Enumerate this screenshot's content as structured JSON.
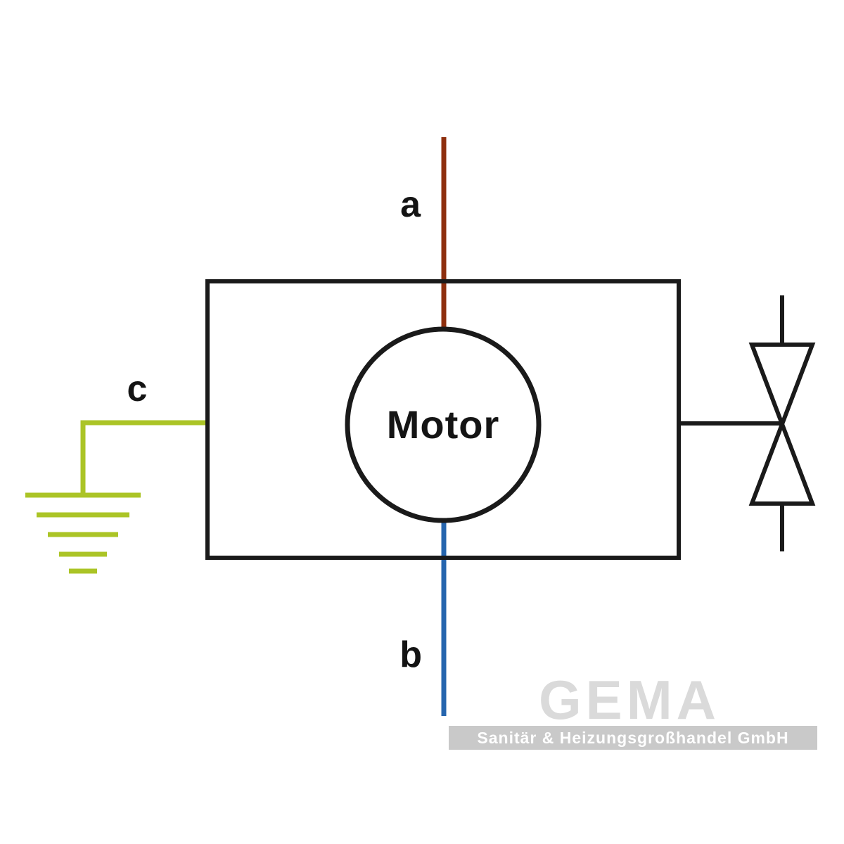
{
  "diagram": {
    "motor_label": "Motor",
    "terminal_a": "a",
    "terminal_b": "b",
    "terminal_c": "c"
  },
  "watermark": {
    "brand": "GEMA",
    "subtitle": "Sanitär &amp; Heizungsgroßhandel GmbH"
  },
  "colors": {
    "line": "#1a1a1a",
    "wire_a": "#8e2f0e",
    "wire_b": "#2565ae",
    "wire_c": "#abc426",
    "watermark_bar": "#c9c9c9"
  }
}
